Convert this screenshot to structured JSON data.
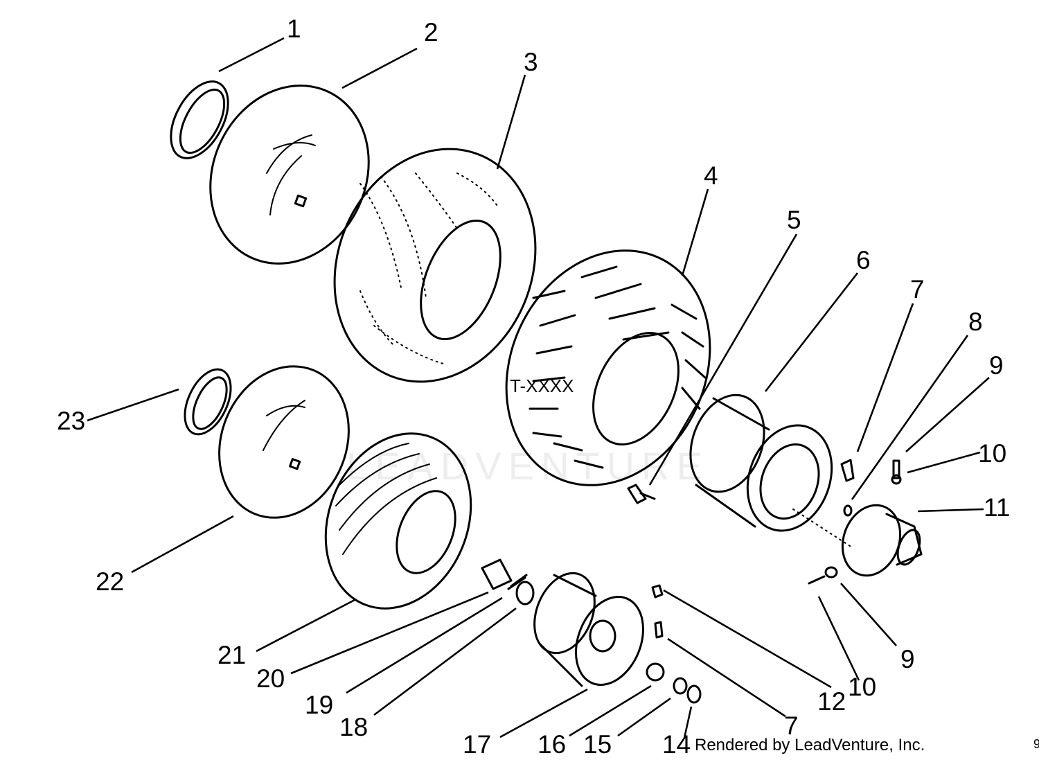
{
  "diagram": {
    "callouts": [
      {
        "label": "1"
      },
      {
        "label": "2"
      },
      {
        "label": "3"
      },
      {
        "label": "4"
      },
      {
        "label": "5"
      },
      {
        "label": "6"
      },
      {
        "label": "7"
      },
      {
        "label": "8"
      },
      {
        "label": "9"
      },
      {
        "label": "10"
      },
      {
        "label": "11"
      },
      {
        "label": "23"
      },
      {
        "label": "22"
      },
      {
        "label": "21"
      },
      {
        "label": "20"
      },
      {
        "label": "19"
      },
      {
        "label": "18"
      },
      {
        "label": "17"
      },
      {
        "label": "16"
      },
      {
        "label": "15"
      },
      {
        "label": "14"
      },
      {
        "label": "7"
      },
      {
        "label": "12"
      },
      {
        "label": "10"
      },
      {
        "label": "9"
      }
    ],
    "tire_marking": "T-XXXX",
    "watermark": "LEADVENTURE",
    "credit": "Rendered by LeadVenture, Inc.",
    "page_tail": "9"
  }
}
